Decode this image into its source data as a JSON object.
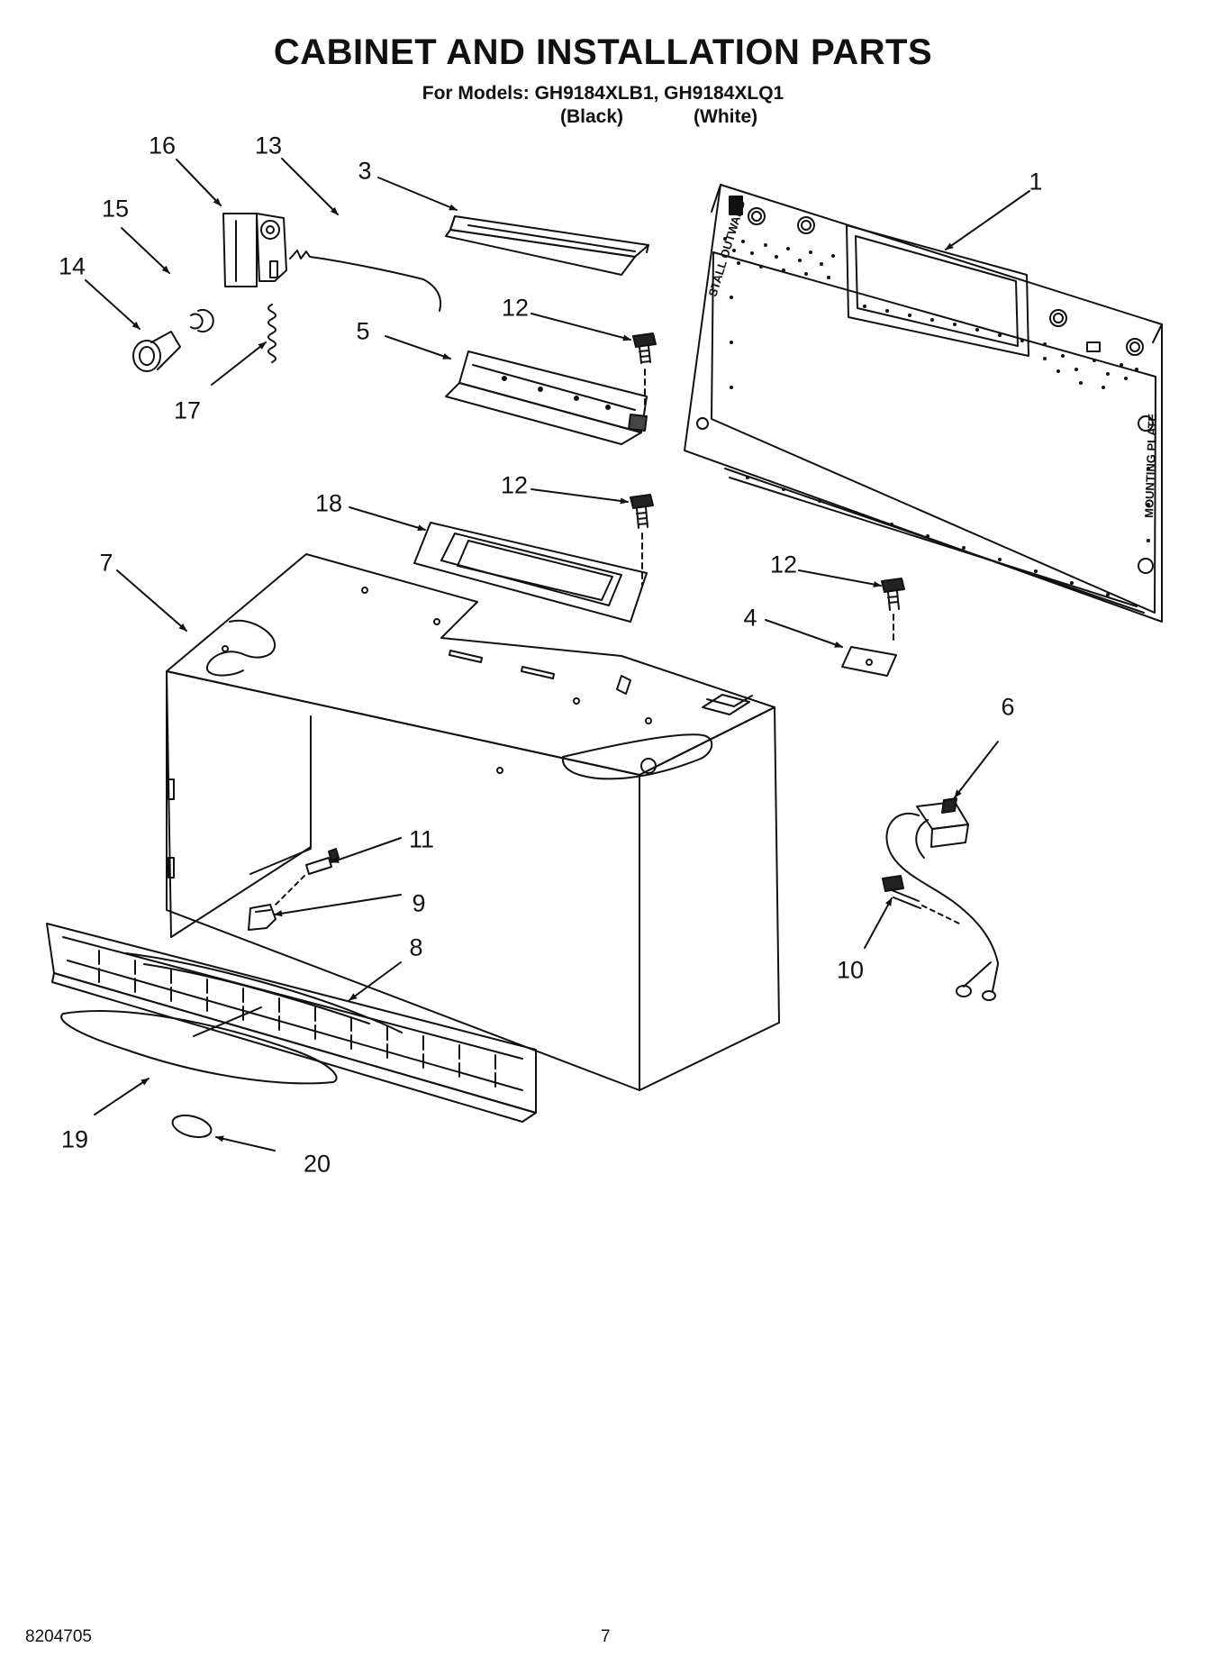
{
  "header": {
    "title": "CABINET AND INSTALLATION PARTS",
    "subtitle": "For Models: GH9184XLB1, GH9184XLQ1",
    "variant_black": "(Black)",
    "variant_white": "(White)"
  },
  "callouts": {
    "c1": "1",
    "c3": "3",
    "c4": "4",
    "c5": "5",
    "c6": "6",
    "c7": "7",
    "c8": "8",
    "c9": "9",
    "c10": "10",
    "c11": "11",
    "c12a": "12",
    "c12b": "12",
    "c12c": "12",
    "c13": "13",
    "c14": "14",
    "c15": "15",
    "c16": "16",
    "c17": "17",
    "c18": "18",
    "c19": "19",
    "c20": "20"
  },
  "plate_text": {
    "left": "STALL OUTWARD",
    "right": "MOUNTING PLATE"
  },
  "footer": {
    "doc_number": "8204705",
    "page_number": "7"
  }
}
